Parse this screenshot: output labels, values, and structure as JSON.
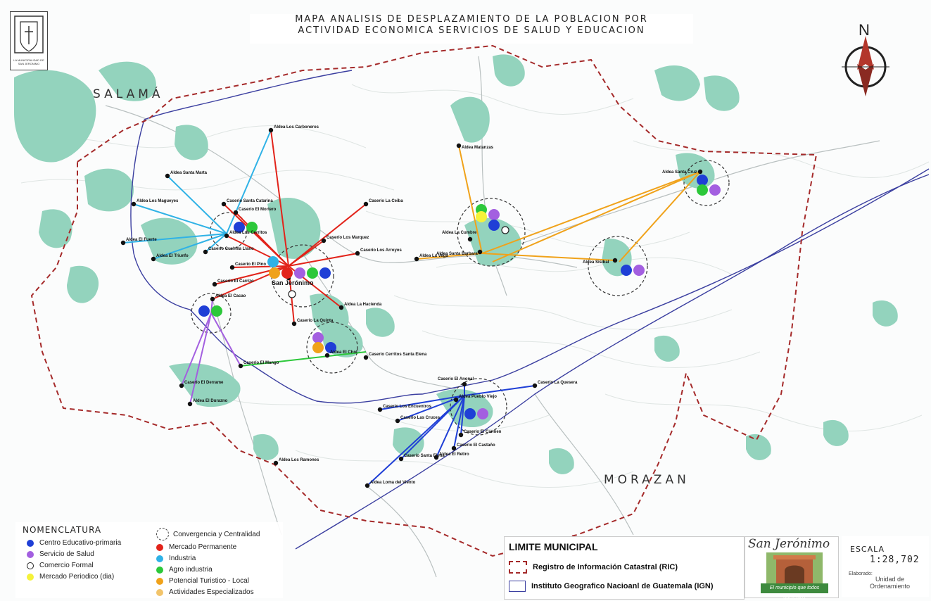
{
  "title": {
    "line1": "MAPA ANALISIS DE DESPLAZAMIENTO  DE LA POBLACION POR",
    "line2": "ACTIVIDAD ECONOMICA SERVICIOS DE SALUD Y EDUCACION"
  },
  "north_arrow": {
    "label": "N",
    "icon": "north-arrow-icon"
  },
  "places": {
    "salama": "SALAMÁ",
    "morazan": "MORAZAN"
  },
  "colors": {
    "educacion": "#1f3fd6",
    "salud": "#a35fe0",
    "comercio_formal": "#ffffff",
    "mercado_periodico": "#f5f23a",
    "mercado_permanente": "#e2231a",
    "industria": "#2fb2e6",
    "agro_industria": "#2cc83a",
    "potencial_turistico": "#f0a21a",
    "actividades_especializadas": "#f2c46a",
    "ric_boundary": "#a52a2a",
    "ign_boundary": "#3b3fa0",
    "vegetation": "#93d3bd"
  },
  "legend": {
    "title": "NOMENCLATURA",
    "items": [
      {
        "key": "educacion",
        "label": "Centro Educativo-primaria"
      },
      {
        "key": "salud",
        "label": "Servicio de Salud"
      },
      {
        "key": "comercio_formal",
        "label": "Comercio Formal"
      },
      {
        "key": "mercado_periodico",
        "label": "Mercado Periodico (dia)"
      },
      {
        "key": "convergencia",
        "label": "Convergencia y Centralidad"
      },
      {
        "key": "mercado_permanente",
        "label": "Mercado Permanente"
      },
      {
        "key": "industria",
        "label": "Industria"
      },
      {
        "key": "agro_industria",
        "label": "Agro industria"
      },
      {
        "key": "potencial_turistico",
        "label": "Potencial Turistico - Local"
      },
      {
        "key": "actividades_especializadas",
        "label": "Actividades Especializados"
      }
    ]
  },
  "limite": {
    "title": "LIMITE MUNICIPAL",
    "ric": "Registro de Información Catastral (RIC)",
    "ign": "Instituto Geografico Nacioanl de Guatemala (IGN)"
  },
  "logo": {
    "title": "San Jerónimo",
    "slogan": "El municipio que todos queremos"
  },
  "scale": {
    "label": "ESCALA",
    "value": "1:28,702",
    "elaborado": "Elaborado:",
    "unit_line1": "Unidad de",
    "unit_line2": "Ordenamiento"
  },
  "crest": {
    "caption": "LA MUNICIPALIDAD DE SAN JERONIMO"
  },
  "labels": {
    "san_jeronimo": "San Jerónimo",
    "aldea_los_carboneros": "Aldea Los Carboneros",
    "aldea_santa_marta": "Aldea Santa Marta",
    "aldea_los_magueyes": "Aldea Los Magueyes",
    "aldea_el_fuerte": "Aldea El Fuerte",
    "aldea_el_triunfo": "Aldea El Triunfo",
    "caserio_santa_catarina": "Caserío Santa Catarina",
    "caserio_el_mortero": "Caserío El Mortero",
    "aldea_los_cerritos": "Aldea Los Cerritos",
    "caserio_cuchilla": "Caserío Cuchilla Llano",
    "caserio_el_pino": "Caserío El Pino",
    "caserio_el_carrizo": "Caserío El Carrizo",
    "aldea_el_cacao": "Aldea El Cacao",
    "caserio_los_marquez": "Caserío Los Marquez",
    "caserio_los_arroyos": "Caserío Los Arroyos",
    "aldea_la_vega": "Aldea La Vega",
    "caserio_la_ceiba": "Caserío La Ceiba",
    "aldea_la_hacienda": "Aldea La Hacienda",
    "caserio_la_quinta": "Caserío La Quinta",
    "aldea_el_chol": "Aldea El Chol",
    "caserio_los_cerritos": "Caserío Cerritos Santa Elena",
    "caserio_el_mango": "Caserío El Mango",
    "caserio_el_derrame": "Caserío El Derrame",
    "aldea_el_durazno": "Aldea El Durazno",
    "aldea_matanzas": "Aldea Matanzas",
    "aldea_santa_barbara": "Aldea Santa Barbara",
    "aldea_la_cumbre": "Aldea La Cumbre",
    "aldea_sisibal": "Aldea Sisibal",
    "aldea_santa_cruz": "Aldea Santa Cruz",
    "caserio_el_anonal": "Caserío El Anonal",
    "caserio_la_quesera": "Caserío La Quesera",
    "aldea_pueblo_viejo": "Aldea Pueblo Viejo",
    "caserio_los_encuentros": "Caserío Los Encuentros",
    "caserio_las_cruces": "Caserío Las Cruces",
    "caserio_el_carmen": "Caserío El Carmen",
    "caserio_el_castano": "Caserío El Castaño",
    "aldea_el_retiro": "Aldea El Retiro",
    "caserio_santa_elena": "Caserío Santa Elena",
    "aldea_los_ramones": "Aldea Los Ramones",
    "aldea_loma_del_viento": "Aldea Loma del Viento"
  }
}
